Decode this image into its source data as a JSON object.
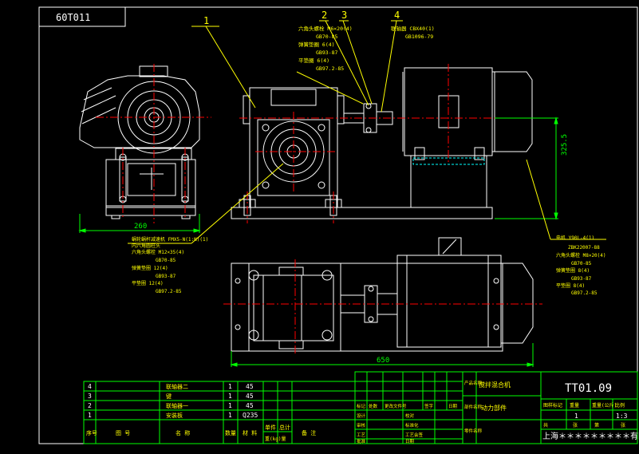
{
  "drawing": {
    "corner_code": "60T011",
    "balloons": [
      "1",
      "2",
      "3",
      "4"
    ],
    "dims": {
      "base_width": "260",
      "overall_length": "650",
      "height": "325.5"
    },
    "callout_top_left": [
      "六角头螺栓 M6×20(4)",
      "GB70-85",
      "弹簧垫圈 6(4)",
      "GB93-87",
      "平垫圈 6(4)",
      "GB97.2-85"
    ],
    "callout_top_right": [
      "联轴器 CBX40(1)",
      "GB1096-79"
    ],
    "callout_left": [
      "蜗轮蜗杆减速机 FMX5-N(1:N)(1)",
      "内六角圆柱头",
      "六角头螺栓 M12×35(4)",
      "GB70-85",
      "弹簧垫圈 12(4)",
      "GB93-87",
      "平垫圈 12(4)",
      "GB97.2-85"
    ],
    "callout_right": [
      "电机 Y90L-4(1)",
      "ZBK22007-88",
      "六角头螺栓 M8×20(4)",
      "GB70-85",
      "弹簧垫圈 8(4)",
      "GB93-87",
      "平垫圈 8(4)",
      "GB97.2-85"
    ]
  },
  "bom": {
    "rows": [
      {
        "no": "4",
        "name": "联轴器二",
        "qty": "1",
        "mat": "45"
      },
      {
        "no": "3",
        "name": "键",
        "qty": "1",
        "mat": "45"
      },
      {
        "no": "2",
        "name": "联轴器一",
        "qty": "1",
        "mat": "45"
      },
      {
        "no": "1",
        "name": "安装板",
        "qty": "1",
        "mat": "Q235"
      }
    ],
    "header": [
      "序号",
      "图 号",
      "名 称",
      "数量",
      "材 料",
      "单件",
      "总计",
      "备 注"
    ],
    "weight_label": "重(kg)量"
  },
  "title_block": {
    "product": "搅拌混合机",
    "part": "动力部件",
    "drawing_no": "TT01.09",
    "scale": "1:3",
    "qty": "1",
    "company": "上海＊＊＊＊＊＊＊＊＊有限公司",
    "col_labels": [
      "图样标记",
      "重量",
      "重量(公斤)",
      "比例"
    ],
    "row_labels": [
      "标记",
      "处数",
      "更改文件号",
      "签字",
      "日期"
    ],
    "side_labels": [
      "设计",
      "审核",
      "工艺",
      "批准"
    ],
    "side_labels2": [
      "校对",
      "标准化",
      "工艺会签",
      "日期"
    ],
    "col_labels2": [
      "产品名称",
      "部件名称",
      "零件名称"
    ],
    "sheet": [
      "共",
      "张",
      "第",
      "张"
    ]
  },
  "colors": {
    "background": "#000000",
    "frame": "#ffffff",
    "part": "#ffffff",
    "center": "#ff0000",
    "dim": "#00ff00",
    "leader": "#ffff00",
    "text": "#ffff00",
    "table": "#00ff00",
    "hidden": "#00ffff"
  }
}
